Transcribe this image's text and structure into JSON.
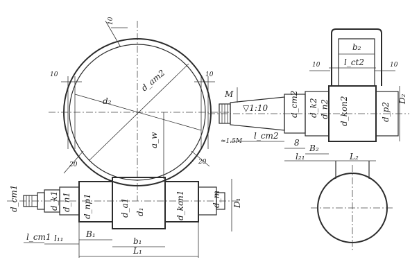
{
  "labels": {
    "d_2": "d₂",
    "d_am2": "d_am2",
    "a_w": "a_w",
    "ten_top": "10",
    "ten_left": "10",
    "ten_mid": "10",
    "ten_r1": "10",
    "ten_r2": "10",
    "twenty_left": "20",
    "twenty_right": "20",
    "M": "M",
    "taper": "▽1:10",
    "d_cm2": "d_cm2",
    "d_k2": "d_k2",
    "d_n2": "d_n2",
    "d_kon2": "d_kon2",
    "d_p2": "d_p2",
    "D_2": "D₂",
    "b_2": "b₂",
    "l_ct2": "l_ct2",
    "thread": "≈1.5M",
    "l_cm2": "l_cm2",
    "eight": "8",
    "B_2": "B₂",
    "l_21": "l₂₁",
    "L_2": "L₂",
    "d_cm1": "d_cm1",
    "d_k1": "d_k1",
    "d_n1": "d_n1",
    "d_np1": "d_np1",
    "d_a1": "d_a1",
    "d_1": "d₁",
    "d_kon1": "d_kon1",
    "d_m": "d_m",
    "D_1": "D₁",
    "l_cm1": "l_cm1",
    "l_11": "l₁₁",
    "B_1": "B₁",
    "b_1": "b₁",
    "L_1": "L₁"
  }
}
